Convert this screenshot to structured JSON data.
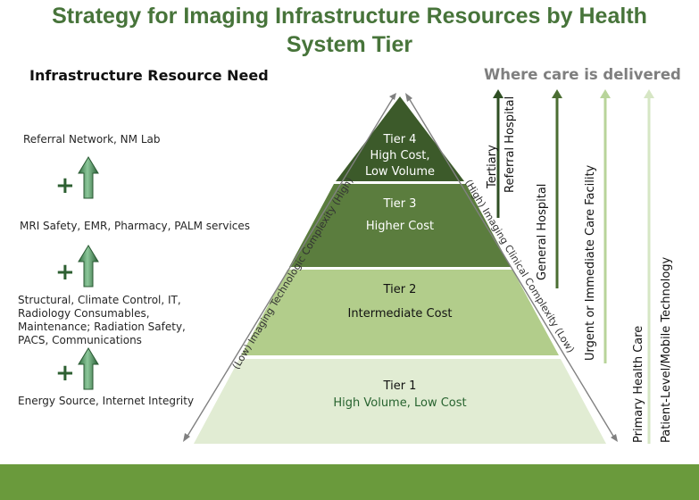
{
  "title_line1": "Strategy for Imaging Infrastructure Resources by Health",
  "title_line2": "System Tier",
  "left_heading": "Infrastructure Resource Need",
  "right_heading": "Where care is delivered",
  "needs": {
    "n1": "Referral Network,  NM Lab",
    "n2": "MRI Safety,  EMR,  Pharmacy,  PALM services",
    "n3_line1": "Structural,  Climate Control, IT,",
    "n3_line2": "Radiology Consumables,",
    "n3_line3": "Maintenance;  Radiation Safety,",
    "n3_line4": "PACS, Communications",
    "n4": "Energy Source, Internet  Integrity"
  },
  "plus_symbol": "+",
  "tiers": {
    "t4_l1": "Tier 4",
    "t4_l2": "High Cost,",
    "t4_l3": "Low Volume",
    "t3_l1": "Tier 3",
    "t3_l2": "Higher Cost",
    "t2_l1": "Tier 2",
    "t2_l2": "Intermediate Cost",
    "t1_l1": "Tier 1",
    "t1_l2": "High Volume,  Low  Cost"
  },
  "axes": {
    "left": "(Low)  Imaging Technologic Complexity (High)",
    "right": "(High)  Imaging Clinical  Complexity (Low)"
  },
  "care_settings": {
    "tertiary": "Tertiary",
    "referral_hospital": "Referral Hospital",
    "general_hospital": "General Hospital",
    "urgent_care": "Urgent or Immediate Care Facility",
    "primary_health": "Primary Health Care",
    "patient_level": "Patient-Level/Mobile Technology"
  },
  "colors": {
    "title": "#47743a",
    "tier4": "#3c5a2a",
    "tier3": "#5b7d3e",
    "tier2": "#b2cd8b",
    "tier1": "#e1ecd3",
    "bottom_bar": "#6a9a3c"
  }
}
